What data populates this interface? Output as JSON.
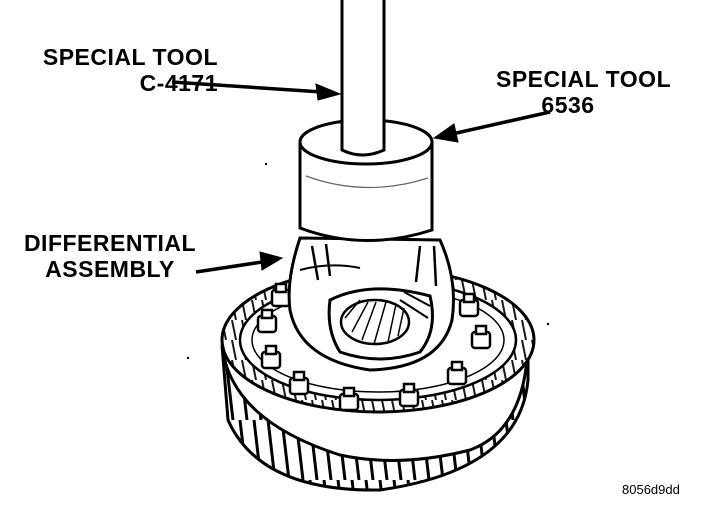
{
  "labels": {
    "special_tool_c4171": {
      "line1": "SPECIAL TOOL",
      "line2": "C-4171"
    },
    "special_tool_6536": {
      "line1": "SPECIAL TOOL",
      "line2": "6536"
    },
    "differential_assembly": {
      "line1": "DIFFERENTIAL",
      "line2": "ASSEMBLY"
    }
  },
  "figure_code": "8056d9dd"
}
